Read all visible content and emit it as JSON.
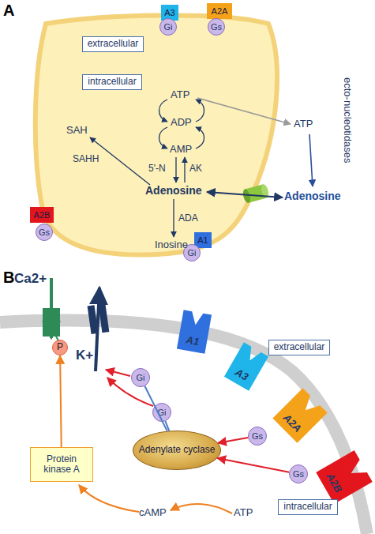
{
  "diagram": {
    "nodes": [
      {
        "text": [
          "A3"
        ]
      },
      {
        "text": [
          "Gi"
        ]
      },
      {
        "text": [
          "A2A"
        ]
      },
      {
        "text": [
          "Gs"
        ]
      },
      {
        "text": [
          "extracellular"
        ]
      },
      {
        "text": [
          "intracellular"
        ]
      },
      {
        "text": [
          "A2B"
        ]
      },
      {
        "text": [
          "Gs"
        ]
      },
      {
        "text": [
          "A1"
        ]
      },
      {
        "text": [
          "Gi"
        ]
      },
      {
        "text": [
          "extracellular"
        ]
      },
      {
        "text": [
          "A1"
        ]
      },
      {
        "text": [
          "A3"
        ]
      },
      {
        "text": [
          "Gi"
        ]
      },
      {
        "text": [
          "Gi"
        ]
      },
      {
        "text": [
          "A2A"
        ]
      },
      {
        "text": [
          "P"
        ]
      },
      {
        "text": [
          "Protein kinase A"
        ]
      },
      {
        "text": [
          "Adenylate cyclase"
        ]
      },
      {
        "text": [
          "Gs"
        ]
      },
      {
        "text": [
          "A2B"
        ]
      },
      {
        "text": [
          "Gs"
        ]
      },
      {
        "text": [
          "intracellular"
        ]
      }
    ],
    "edges": [
      {
        "from": 13,
        "to": 18,
        "arrow": "none"
      },
      {
        "from": 14,
        "to": 18,
        "arrow": "none"
      },
      {
        "from": 19,
        "to": 18,
        "arrow": "to"
      },
      {
        "from": 21,
        "to": 18,
        "arrow": "to"
      },
      {
        "from": 17,
        "to": 16,
        "arrow": "to"
      }
    ],
    "labels": [
      "A",
      "ATP",
      "ADP",
      "AMP",
      "SAH",
      "SAHH",
      "5'-N",
      "AK",
      "Adenosine",
      "ADA",
      "Inosine",
      "ATP",
      "ecto-nucleotidases",
      "Adenosine",
      "B",
      "Ca2+",
      "K+",
      "cAMP",
      "ATP"
    ]
  }
}
